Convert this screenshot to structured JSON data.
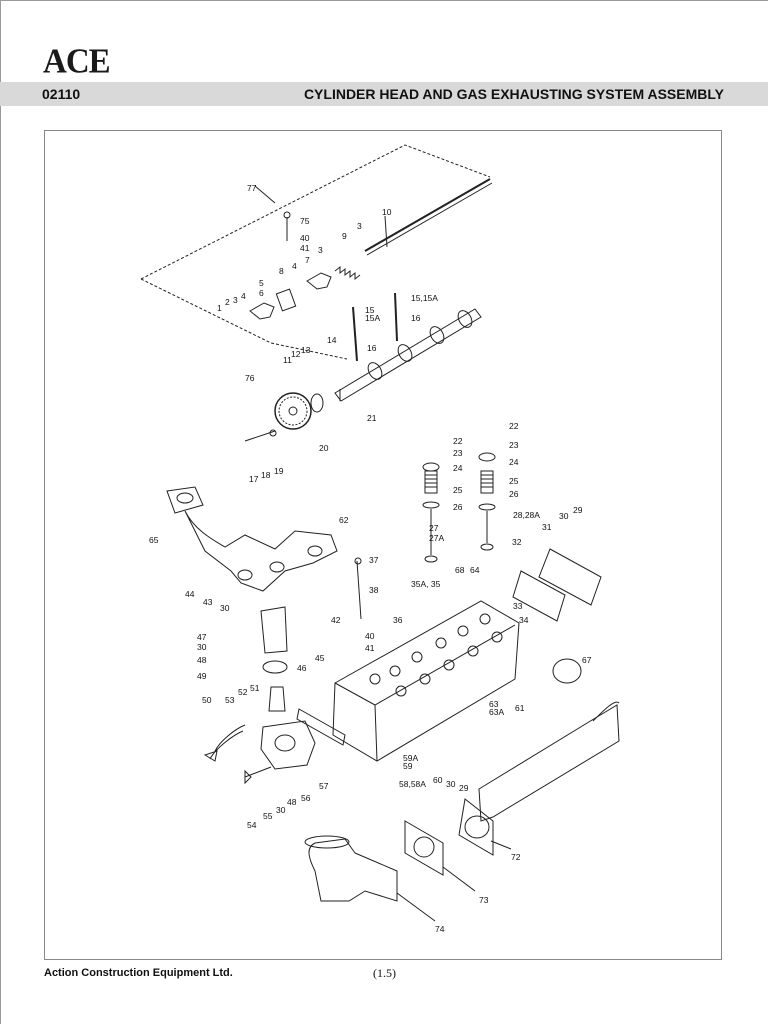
{
  "header": {
    "brand": "ACE",
    "code": "02110",
    "title": "CYLINDER HEAD AND GAS EXHAUSTING SYSTEM ASSEMBLY"
  },
  "footer": {
    "company": "Action Construction Equipment Ltd.",
    "page": "(1.5)"
  },
  "diagram": {
    "callouts": [
      "77",
      "75",
      "40",
      "41",
      "3",
      "9",
      "3",
      "10",
      "8",
      "4",
      "7",
      "5",
      "6",
      "4",
      "3",
      "2",
      "1",
      "15",
      "15A",
      "15,15A",
      "16",
      "16",
      "14",
      "11",
      "12",
      "13",
      "76",
      "21",
      "20",
      "17",
      "18",
      "19",
      "22",
      "23",
      "24",
      "25",
      "26",
      "27",
      "27A",
      "22",
      "23",
      "24",
      "25",
      "26",
      "28,28A",
      "29",
      "30",
      "31",
      "32",
      "65",
      "62",
      "37",
      "38",
      "44",
      "43",
      "30",
      "36",
      "42",
      "35A, 35",
      "68",
      "64",
      "33",
      "34",
      "47",
      "30",
      "48",
      "49",
      "45",
      "40",
      "41",
      "46",
      "67",
      "50",
      "53",
      "52",
      "51",
      "63",
      "63A",
      "61",
      "59A",
      "59",
      "58,58A",
      "60",
      "30",
      "29",
      "57",
      "56",
      "48",
      "30",
      "55",
      "54",
      "72",
      "73",
      "74"
    ]
  }
}
